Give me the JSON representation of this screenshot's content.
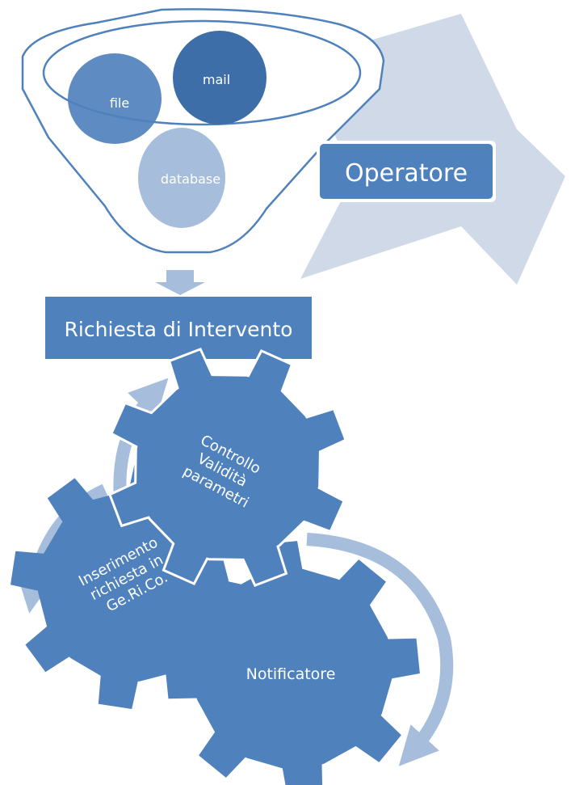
{
  "funnel": {
    "sources": [
      "file",
      "mail",
      "database"
    ]
  },
  "operator": {
    "label": "Operatore"
  },
  "request": {
    "label": "Richiesta di Intervento"
  },
  "gears": {
    "validation": [
      "Controllo",
      "Validità",
      "parametri"
    ],
    "insertion": [
      "Inserimento",
      "richiesta in",
      "Ge.Ri.Co."
    ],
    "notifier": [
      "Notificatore"
    ]
  },
  "colors": {
    "primary": "#4f81bd",
    "primary_dark": "#3e6ea8",
    "light": "#a7bddc",
    "pale": "#d0d9e8"
  }
}
